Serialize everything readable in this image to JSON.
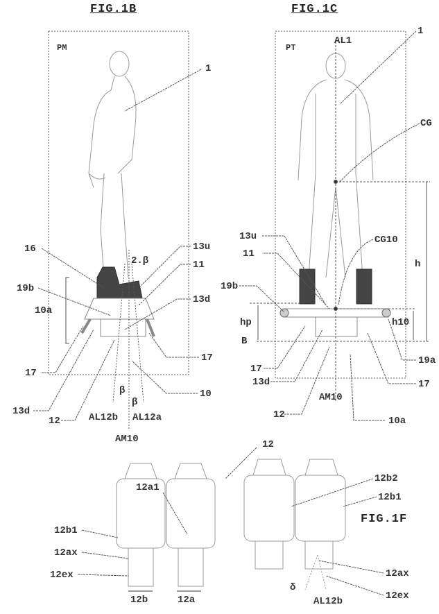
{
  "figures": {
    "fig1b": {
      "title": "FIG.1B",
      "view_label": "PM",
      "labels": {
        "ref_1": "1",
        "ref_16": "16",
        "ref_19b": "19b",
        "ref_10a": "10a",
        "ref_17_left": "17",
        "ref_13d_left": "13d",
        "ref_12": "12",
        "ref_13u": "13u",
        "ref_11": "11",
        "ref_13d_right": "13d",
        "ref_17_right": "17",
        "ref_10": "10",
        "angle_2beta": "2.β",
        "beta_left": "β",
        "beta_right": "β",
        "al12b": "AL12b",
        "al12a": "AL12a",
        "am10": "AM10"
      }
    },
    "fig1c": {
      "title": "FIG.1C",
      "view_label": "PT",
      "labels": {
        "al1": "AL1",
        "ref_1": "1",
        "cg": "CG",
        "h": "h",
        "ref_13u": "13u",
        "cg10": "CG10",
        "ref_11": "11",
        "ref_19b": "19b",
        "hp": "hp",
        "h10": "h10",
        "b": "B",
        "ref_19a": "19a",
        "ref_17_left": "17",
        "ref_13d": "13d",
        "ref_17_right": "17",
        "am10": "AM10",
        "ref_12": "12",
        "ref_10a": "10a"
      }
    },
    "fig1f": {
      "title": "FIG.1F",
      "labels": {
        "ref_12": "12",
        "ref_12a1": "12a1",
        "ref_12b1_left": "12b1",
        "ref_12ax_left": "12ax",
        "ref_12ex_left": "12ex",
        "ref_12b": "12b",
        "ref_12a": "12a",
        "ref_12b2": "12b2",
        "ref_12b1_right": "12b1",
        "ref_12ax_right": "12ax",
        "ref_12ex_right": "12ex",
        "delta": "δ",
        "al12b": "AL12b"
      }
    }
  }
}
